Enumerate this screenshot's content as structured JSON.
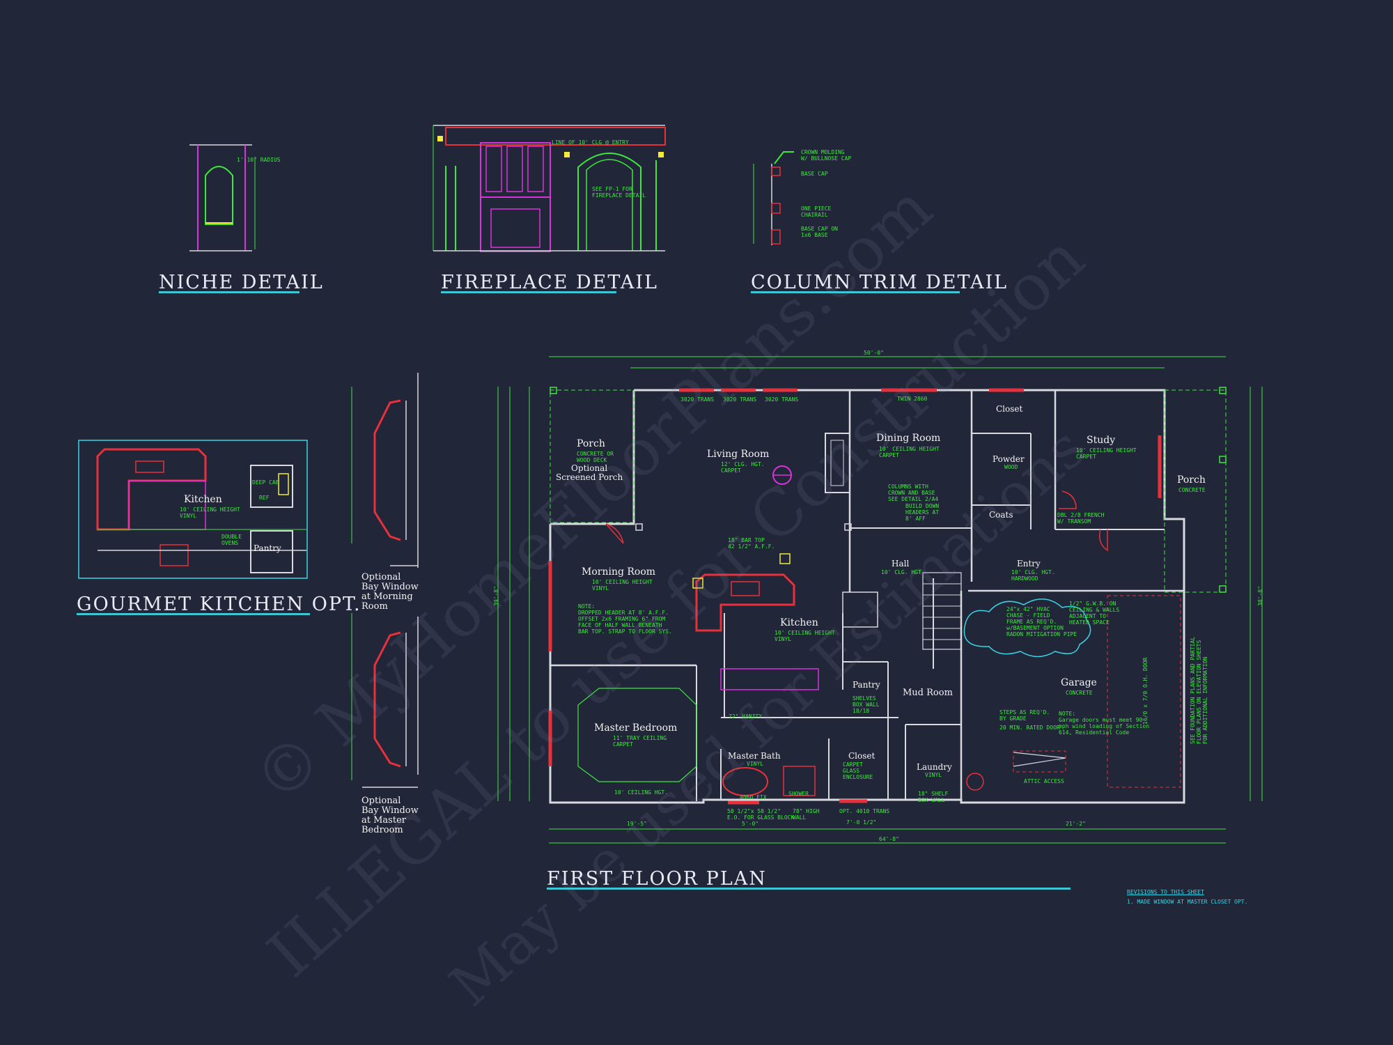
{
  "titles": {
    "niche": "NICHE DETAIL",
    "fireplace": "FIREPLACE DETAIL",
    "column": "COLUMN TRIM DETAIL",
    "kitchen_opt": "GOURMET KITCHEN OPT.",
    "first_floor": "FIRST FLOOR PLAN"
  },
  "detail_notes": {
    "niche_radius": "1'-10\" RADIUS",
    "fireplace_line": "LINE OF 10' CLG @ ENTRY",
    "fireplace_see": "SEE FP-1 FOR\nFIREPLACE DETAIL",
    "crown": "CROWN MOLDING\nW/ BULLNOSE CAP",
    "base_cap": "BASE CAP",
    "chairail": "ONE PIECE\nCHAIRAIL",
    "base_cap_1x6": "BASE CAP ON\n1x6 BASE"
  },
  "kitchen_opt": {
    "room": "Kitchen",
    "sub": "10' CEILING HEIGHT\nVINYL",
    "pantry": "Pantry",
    "deep_cab": "DEEP CAB",
    "ref": "REF",
    "double_ovens": "DOUBLE\nOVENS"
  },
  "bay_windows": {
    "morning": "Optional\nBay Window\nat Morning\nRoom",
    "master": "Optional\nBay Window\nat Master\nBedroom"
  },
  "rooms": [
    {
      "name": "Porch",
      "sub": "CONCRETE OR\nWOOD DECK",
      "extra": "Optional\nScreened Porch"
    },
    {
      "name": "Living Room",
      "sub": "12' CLG. HGT.\nCARPET"
    },
    {
      "name": "Dining Room",
      "sub": "10' CEILING HEIGHT\nCARPET"
    },
    {
      "name": "Closet",
      "sub": ""
    },
    {
      "name": "Powder",
      "sub": "WOOD"
    },
    {
      "name": "Coats",
      "sub": ""
    },
    {
      "name": "Study",
      "sub": "10' CEILING HEIGHT\nCARPET"
    },
    {
      "name": "Porch",
      "sub": "CONCRETE"
    },
    {
      "name": "Morning Room",
      "sub": "10' CEILING HEIGHT\nVINYL"
    },
    {
      "name": "Hall",
      "sub": "10' CLG. HGT."
    },
    {
      "name": "Entry",
      "sub": "10' CLG. HGT.\nHARDWOOD"
    },
    {
      "name": "Kitchen",
      "sub": "10' CEILING HEIGHT\nVINYL"
    },
    {
      "name": "Garage",
      "sub": "CONCRETE"
    },
    {
      "name": "Pantry",
      "sub": "SHELVES\nBOX WALL\n18/18"
    },
    {
      "name": "Mud Room",
      "sub": ""
    },
    {
      "name": "Master Bedroom",
      "sub": "11' TRAY CEILING\nCARPET"
    },
    {
      "name": "Master Bath",
      "sub": "VINYL"
    },
    {
      "name": "Closet",
      "sub": "CARPET\nGLASS\nENCLOSURE"
    },
    {
      "name": "Laundry",
      "sub": "VINYL"
    }
  ],
  "plan_notes": {
    "morning_note": "NOTE:\nDROPPED HEADER AT 8' A.F.F.\nOFFSET 2x6 FRAMING 6\" FROM\nFACE OF HALF WALL BENEATH\nBAR TOP. STRAP TO FLOOR SYS.",
    "garage_note": "NOTE:\nGarage doors must meet 90\nmph wind loading of Section\n614, Residential Code",
    "columns_note": "COLUMNS WITH\nCROWN AND BASE\nSEE DETAIL 2/A4",
    "build_down": "BUILD DOWN\nHEADERS AT\n8' AFF",
    "bar_top": "18\" BAR TOP\n42 1/2\" A.F.F.",
    "hvac": "24\"x 42\" HVAC\nCHASE - FIELD\nFRAME AS REQ'D.\nw/BASEMENT OPTION\nRADON MITIGATION PIPE",
    "gwb": "1/2\" G.W.B. ON\nCEILING & WALLS\nADJACENT TO\nHEATED SPACE",
    "steps": "STEPS AS REQ'D.\nBY GRADE",
    "fire_door": "20 MIN. RATED DOOR",
    "attic": "ATTIC ACCESS",
    "trans1": "3020 TRANS",
    "trans2": "3020 TRANS",
    "trans3": "3020 TRANS",
    "twin": "TWIN 2860",
    "opt_trans": "OPT. 4010 TRANS",
    "tub": "4060 FIX",
    "glass": "58 1/2\"x 58 1/2\"\nE.O. FOR GLASS BLOCK",
    "shower": "SHOWER",
    "vanity": "72\" VANITY",
    "ceiling_hgt": "10' CEILING HGT.",
    "french": "DBL 2/8 FRENCH\nW/ TRANSOM",
    "high_wall": "78\" HIGH\nWALL",
    "shelf": "18\" SHELF\nBOX WALL",
    "garage_door": "16/0 x 7/0 O.H. DOOR",
    "foundation": "SEE FOUNDATION PLANS AND PARTIAL\nFLOOR PLANS ON ELEVATION SHEETS\nFOR ADDITIONAL INFORMATION"
  },
  "dimensions": {
    "top_total": "50'-0\"",
    "bottom_total": "64'-8\"",
    "bottom_1": "19'-5\"",
    "bottom_2": "5'-0\"",
    "bottom_3": "7'-0 1/2\"",
    "bottom_4": "21'-2\"",
    "left_total": "39'-8\"",
    "right_total": "38'-8\""
  },
  "revisions": {
    "heading": "REVISIONS TO THIS SHEET",
    "item": "1. MADE WINDOW AT MASTER CLOSET OPT."
  },
  "watermark": {
    "line1": "© MyHomeFloorPlans.com",
    "line2": "ILLEGAL to use for Construction",
    "line3": "May be used for Estimations"
  },
  "colors": {
    "background": "#222639",
    "wall": "#d9d9e0",
    "dimension": "#3ee83e",
    "window": "#e8313a",
    "accent": "#d933d9",
    "cyan": "#38d6e6",
    "yellow": "#f3ea3a"
  }
}
